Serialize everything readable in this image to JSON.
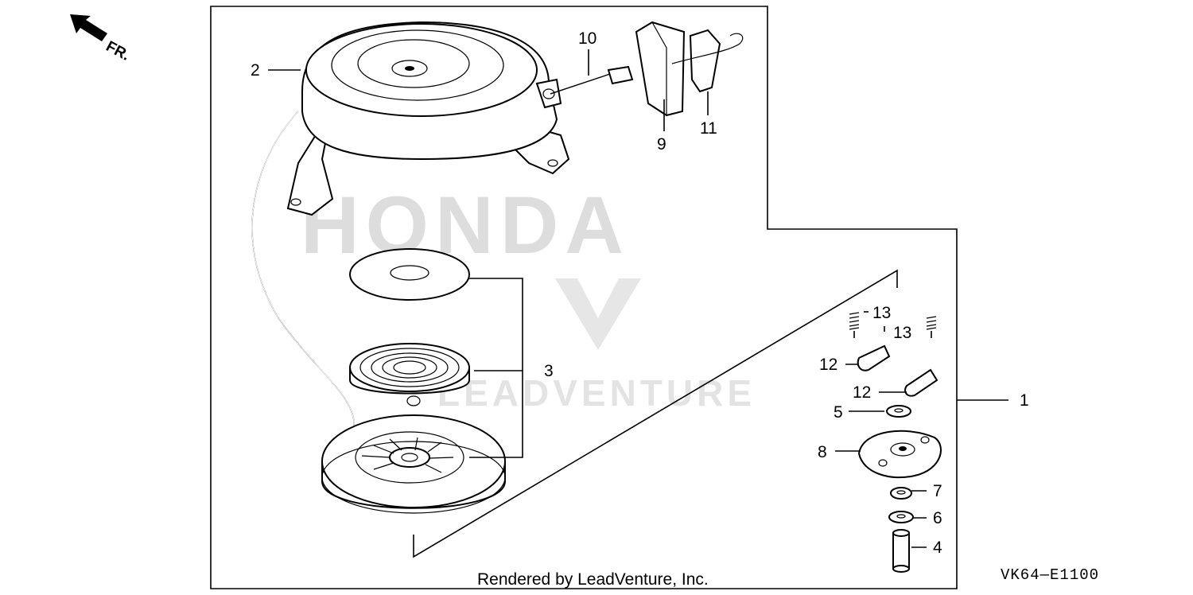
{
  "direction_label": "FR.",
  "watermark": {
    "brand": "HONDA",
    "company": "LEADVENTURE"
  },
  "callouts": [
    "1",
    "2",
    "3",
    "4",
    "5",
    "6",
    "7",
    "8",
    "9",
    "10",
    "11",
    "12",
    "12",
    "13",
    "13"
  ],
  "footer": {
    "credit": "Rendered by LeadVenture, Inc.",
    "code": "VK64—E1100"
  }
}
